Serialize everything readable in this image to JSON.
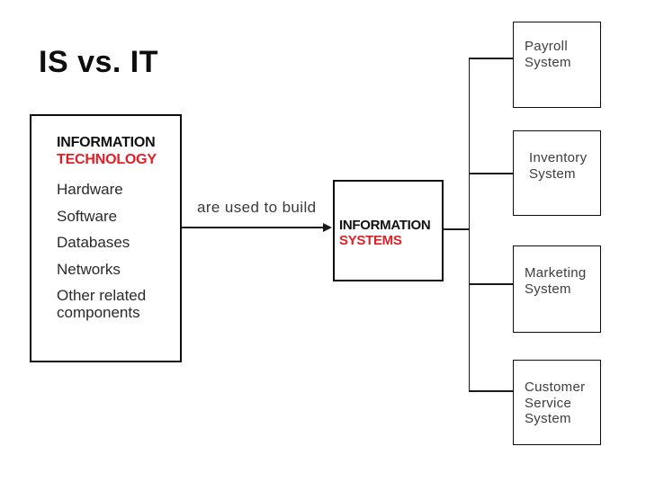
{
  "slide": {
    "title": "IS vs. IT",
    "it_box": {
      "line1": "INFORMATION",
      "line2": "TECHNOLOGY",
      "items": [
        "Hardware",
        "Software",
        "Databases",
        "Networks",
        "Other related components"
      ]
    },
    "arrow_label": "are used to build",
    "is_box": {
      "line1": "INFORMATION",
      "line2": "SYSTEMS"
    },
    "system_boxes": [
      "Payroll System",
      "Inventory System",
      "Marketing System",
      "Customer Service System"
    ],
    "colors": {
      "accent_red": "#e01f26",
      "line_black": "#1a1a1a",
      "background": "#ffffff"
    }
  }
}
